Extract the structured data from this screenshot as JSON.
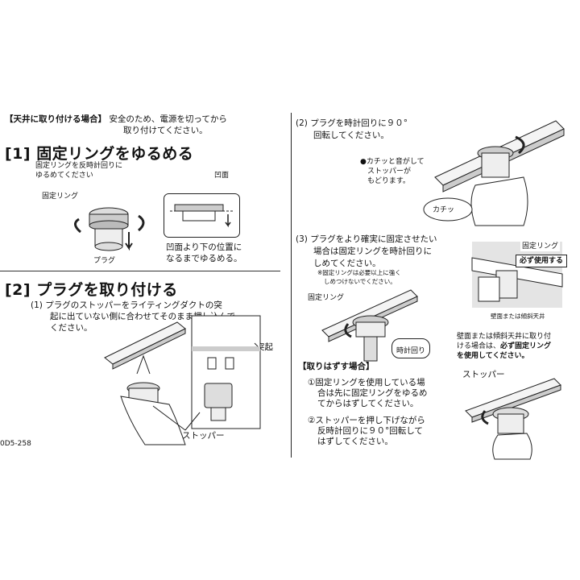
{
  "ceiling": {
    "label": "【天井に取り付ける場合】",
    "text1": "安全のため、電源を切ってから",
    "text2": "取り付けてください。"
  },
  "step1": {
    "heading": "[1] 固定リングをゆるめる",
    "text1": "固定リングを反時計回りに",
    "text2": "ゆるめてください",
    "label_ring": "固定リング",
    "label_plug": "プラグ",
    "label_recess": "凹面",
    "caption1": "凹面より下の位置に",
    "caption2": "なるまでゆるめる。"
  },
  "step2": {
    "heading": "[2] プラグを取り付ける",
    "text1": "(1) プラグのストッパーをライティングダクトの突",
    "text2": "起に出ていない側に合わせてそのまま押し込んで",
    "text3": "ください。",
    "label_protrusion": "突起",
    "label_stopper": "ストッパー",
    "model_code": "0D5-258"
  },
  "right2": {
    "text1": "(2) プラグを時計回りに９０°",
    "text2": "回転してください。",
    "bullet1": "●カチッと音がして",
    "bullet2": "ストッパーが",
    "bullet3": "もどります。",
    "bubble": "カチッ"
  },
  "right3": {
    "text1": "(3) プラグをより確実に固定させたい",
    "text2": "場合は固定リングを時計回りに",
    "text3": "しめてください。",
    "note1": "※固定リングは必要以上に強く",
    "note2": "しめつけないでください。",
    "label_ring": "固定リング",
    "label_clockwise": "時計回り",
    "label_ring2": "固定リング",
    "must_use": "必ず使用する",
    "wall_label": "壁面または傾斜天井",
    "wall_note1": "壁面または傾斜天井に取り付",
    "wall_note2": "ける場合は、",
    "wall_note2b": "必ず固定リング",
    "wall_note3": "を使用してください。"
  },
  "removal": {
    "label": "【取りはずす場合】",
    "item1a": "①固定リングを使用している場",
    "item1b": "合は先に固定リングをゆるめ",
    "item1c": "てからはずしてください。",
    "item2a": "②ストッパーを押し下げながら",
    "item2b": "反時計回りに９０°回転して",
    "item2c": "はずしてください。",
    "label_stopper": "ストッパー"
  }
}
